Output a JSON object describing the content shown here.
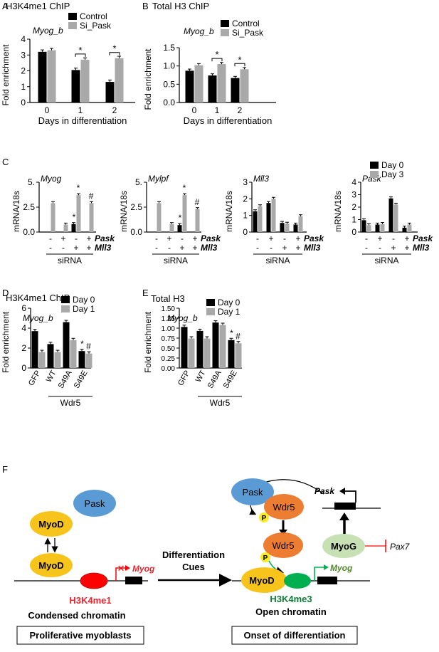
{
  "chart_data": [
    {
      "panel": "A",
      "type": "bar",
      "title": "H3K4me1 ChIP",
      "subtitle": "Myog_b",
      "ylabel": "Fold enrichment",
      "xlabel": "Days in differentiation",
      "categories": [
        "0",
        "1",
        "2"
      ],
      "series": [
        {
          "name": "Control",
          "values": [
            3.2,
            2.05,
            1.3
          ]
        },
        {
          "name": "Si_Pask",
          "values": [
            3.3,
            2.7,
            2.8
          ]
        }
      ],
      "ylim": [
        0,
        4
      ],
      "yticks": [
        "0",
        "1",
        "2",
        "3",
        "4"
      ],
      "annotations": [
        "*",
        "*"
      ]
    },
    {
      "panel": "B",
      "type": "bar",
      "title": "Total H3 ChIP",
      "subtitle": "Myog_b",
      "ylabel": "Fold enrichment",
      "xlabel": "Days in differentiation",
      "categories": [
        "0",
        "1",
        "2"
      ],
      "series": [
        {
          "name": "Control",
          "values": [
            0.87,
            0.74,
            0.67
          ]
        },
        {
          "name": "Si_Pask",
          "values": [
            1.02,
            1.05,
            0.91
          ]
        }
      ],
      "ylim": [
        0,
        1.5
      ],
      "yticks": [
        "0.0",
        "0.5",
        "1.0",
        "1.5"
      ],
      "annotations": [
        "*",
        "*"
      ]
    },
    {
      "panel": "C1",
      "type": "bar",
      "subtitle": "Myog",
      "ylabel": "mRNA/18s",
      "ylim": [
        0,
        5
      ],
      "yticks": [
        "0.0",
        "2.5",
        "5."
      ],
      "series": [
        {
          "name": "Day 0",
          "values": [
            0.0,
            0.0,
            0.8,
            0.0
          ]
        },
        {
          "name": "Day 3",
          "values": [
            2.9,
            0.75,
            3.7,
            2.9
          ]
        }
      ],
      "annotations": [
        "*",
        "*",
        "#"
      ]
    },
    {
      "panel": "C2",
      "type": "bar",
      "subtitle": "Mylpf",
      "ylabel": "mRNA/18s",
      "ylim": [
        0,
        5
      ],
      "yticks": [
        "0.0",
        "2.5",
        "5."
      ],
      "series": [
        {
          "name": "Day 0",
          "values": [
            0.0,
            0.0,
            0.7,
            0.0
          ]
        },
        {
          "name": "Day 3",
          "values": [
            2.9,
            0.8,
            3.7,
            2.3
          ]
        }
      ],
      "annotations": [
        "*",
        "*",
        "#"
      ]
    },
    {
      "panel": "C3",
      "type": "bar",
      "subtitle": "Mll3",
      "ylabel": "mRNA/18s",
      "ylim": [
        0,
        3
      ],
      "yticks": [
        "0",
        "1",
        "2",
        "3"
      ],
      "series": [
        {
          "name": "Day 0",
          "values": [
            1.25,
            1.75,
            0.55,
            0.45
          ]
        },
        {
          "name": "Day 3",
          "values": [
            1.55,
            2.0,
            0.5,
            0.95
          ]
        }
      ]
    },
    {
      "panel": "C4",
      "type": "bar",
      "subtitle": "Pask",
      "ylabel": "mRNA/18s",
      "ylim": [
        0,
        4
      ],
      "yticks": [
        "0",
        "1",
        "2",
        "3",
        "4"
      ],
      "legend": [
        "Day 0",
        "Day 3"
      ],
      "series": [
        {
          "name": "Day 0",
          "values": [
            0.95,
            0.6,
            2.7,
            0.35
          ]
        },
        {
          "name": "Day 3",
          "values": [
            0.55,
            0.65,
            2.2,
            0.6
          ]
        }
      ]
    },
    {
      "panel": "D",
      "type": "bar",
      "title": "H3K4me1 ChIP",
      "subtitle": "Myog_b",
      "ylabel": "Fold enrichment",
      "group_label": "Wdr5",
      "categories": [
        "GFP",
        "WT",
        "S49A",
        "S49E"
      ],
      "series": [
        {
          "name": "Day 0",
          "values": [
            3.7,
            2.4,
            4.6,
            1.7
          ]
        },
        {
          "name": "Day 1",
          "values": [
            1.6,
            1.6,
            2.8,
            1.45
          ]
        }
      ],
      "ylim": [
        0,
        6
      ],
      "yticks": [
        "0",
        "2",
        "4",
        "6"
      ],
      "annotations": [
        "*",
        "#"
      ]
    },
    {
      "panel": "E",
      "type": "bar",
      "title": "Total H3",
      "subtitle": "Myog_b",
      "ylabel": "Fold enrichment",
      "group_label": "Wdr5",
      "categories": [
        "GFP",
        "WT",
        "S49A",
        "S49E"
      ],
      "series": [
        {
          "name": "Day 0",
          "values": [
            1.03,
            0.93,
            1.14,
            0.7
          ]
        },
        {
          "name": "Day 1",
          "values": [
            0.74,
            0.74,
            1.08,
            0.62
          ]
        }
      ],
      "ylim": [
        0,
        1.5
      ],
      "yticks": [
        "0.00",
        "0.25",
        "0.50",
        "0.75",
        "1.00",
        "1.25",
        "1.50"
      ],
      "annotations": [
        "*",
        "#"
      ]
    }
  ],
  "panel_letters": {
    "A": "A",
    "B": "B",
    "C": "C",
    "D": "D",
    "E": "E",
    "F": "F"
  },
  "c_rows": {
    "pask_label": "Pask",
    "mll3_label": "Mll3",
    "sirna_label": "siRNA",
    "pask_signs": [
      "-",
      "+",
      "-",
      "+"
    ],
    "mll3_signs": [
      "-",
      "-",
      "+",
      "+"
    ]
  },
  "diagram": {
    "left": {
      "pask": "Pask",
      "myod_top": "MyoD",
      "myod_bottom": "MyoD",
      "gene": "Myog",
      "mark": "H3K4me1",
      "chromatin": "Condensed  chromatin",
      "box": "Proliferative myoblasts"
    },
    "middle": {
      "line1": "Differentiation",
      "line2": "Cues"
    },
    "right": {
      "pask": "Pask",
      "wdr5_top": "Wdr5",
      "wdr5_bottom": "Wdr5",
      "p1": "P",
      "p2": "P",
      "myod": "MyoD",
      "myog_protein": "MyoG",
      "gene_pask": "Pask",
      "gene_myog": "Myog",
      "pax7": "Pax7",
      "mark": "H3K4me3",
      "chromatin": "Open chromatin",
      "box": "Onset of differentiation"
    }
  },
  "colors": {
    "black": "#000000",
    "gray": "#a9a9a9",
    "yellow": "#f7c41c",
    "blue": "#5b9bd5",
    "orange": "#ed7d31",
    "green_oval": "#c7e0b4",
    "green_mark": "#00b050",
    "red_mark": "#ff0000",
    "mark_text_red": "#e8262f",
    "mark_text_green": "#137a3a",
    "p_yellow": "#f7ea2a"
  }
}
